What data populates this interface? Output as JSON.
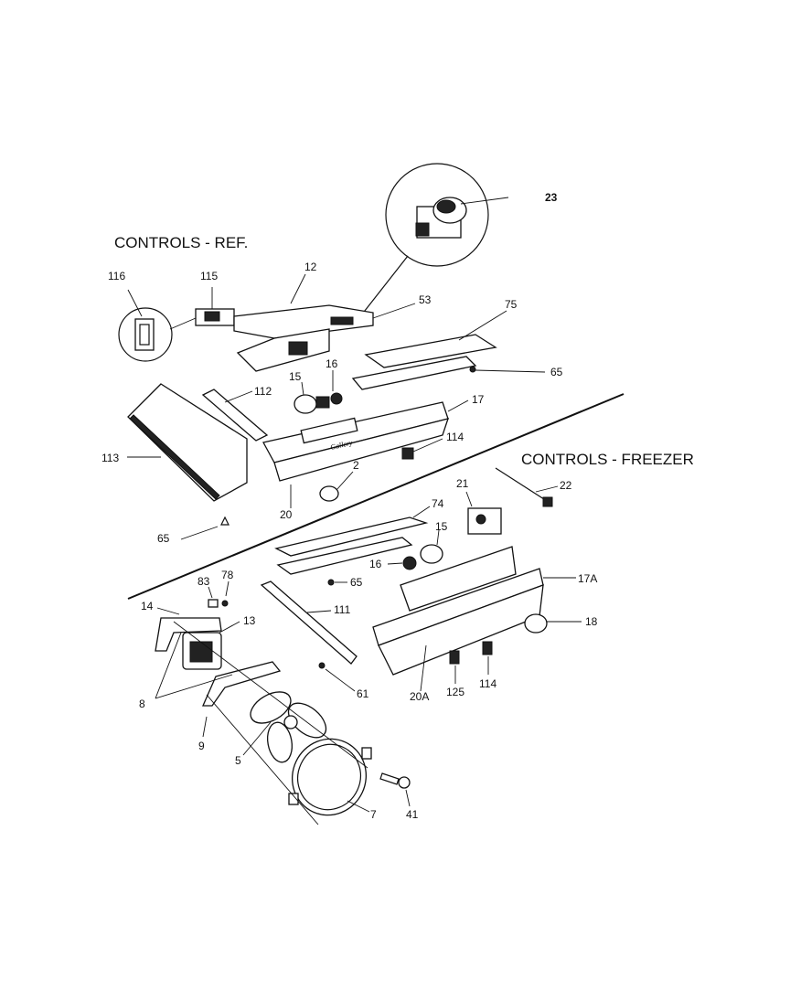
{
  "titles": {
    "ref": "CONTROLS - REF.",
    "freezer": "CONTROLS - FREEZER"
  },
  "labels": {
    "p23": "23",
    "p116": "116",
    "p115": "115",
    "p12": "12",
    "p53": "53",
    "p75": "75",
    "p65a": "65",
    "p16a": "16",
    "p15a": "15",
    "p112": "112",
    "p17": "17",
    "p114a": "114",
    "p113": "113",
    "p2": "2",
    "p20": "20",
    "p65b": "65",
    "p22": "22",
    "p21": "21",
    "p74": "74",
    "p15b": "15",
    "p16b": "16",
    "p17a": "17A",
    "p83": "83",
    "p78": "78",
    "p65c": "65",
    "p14": "14",
    "p13": "13",
    "p111": "111",
    "p18": "18",
    "p8": "8",
    "p61": "61",
    "p20a": "20A",
    "p125": "125",
    "p114b": "114",
    "p9": "9",
    "p5": "5",
    "p41": "41",
    "p7": "7"
  }
}
